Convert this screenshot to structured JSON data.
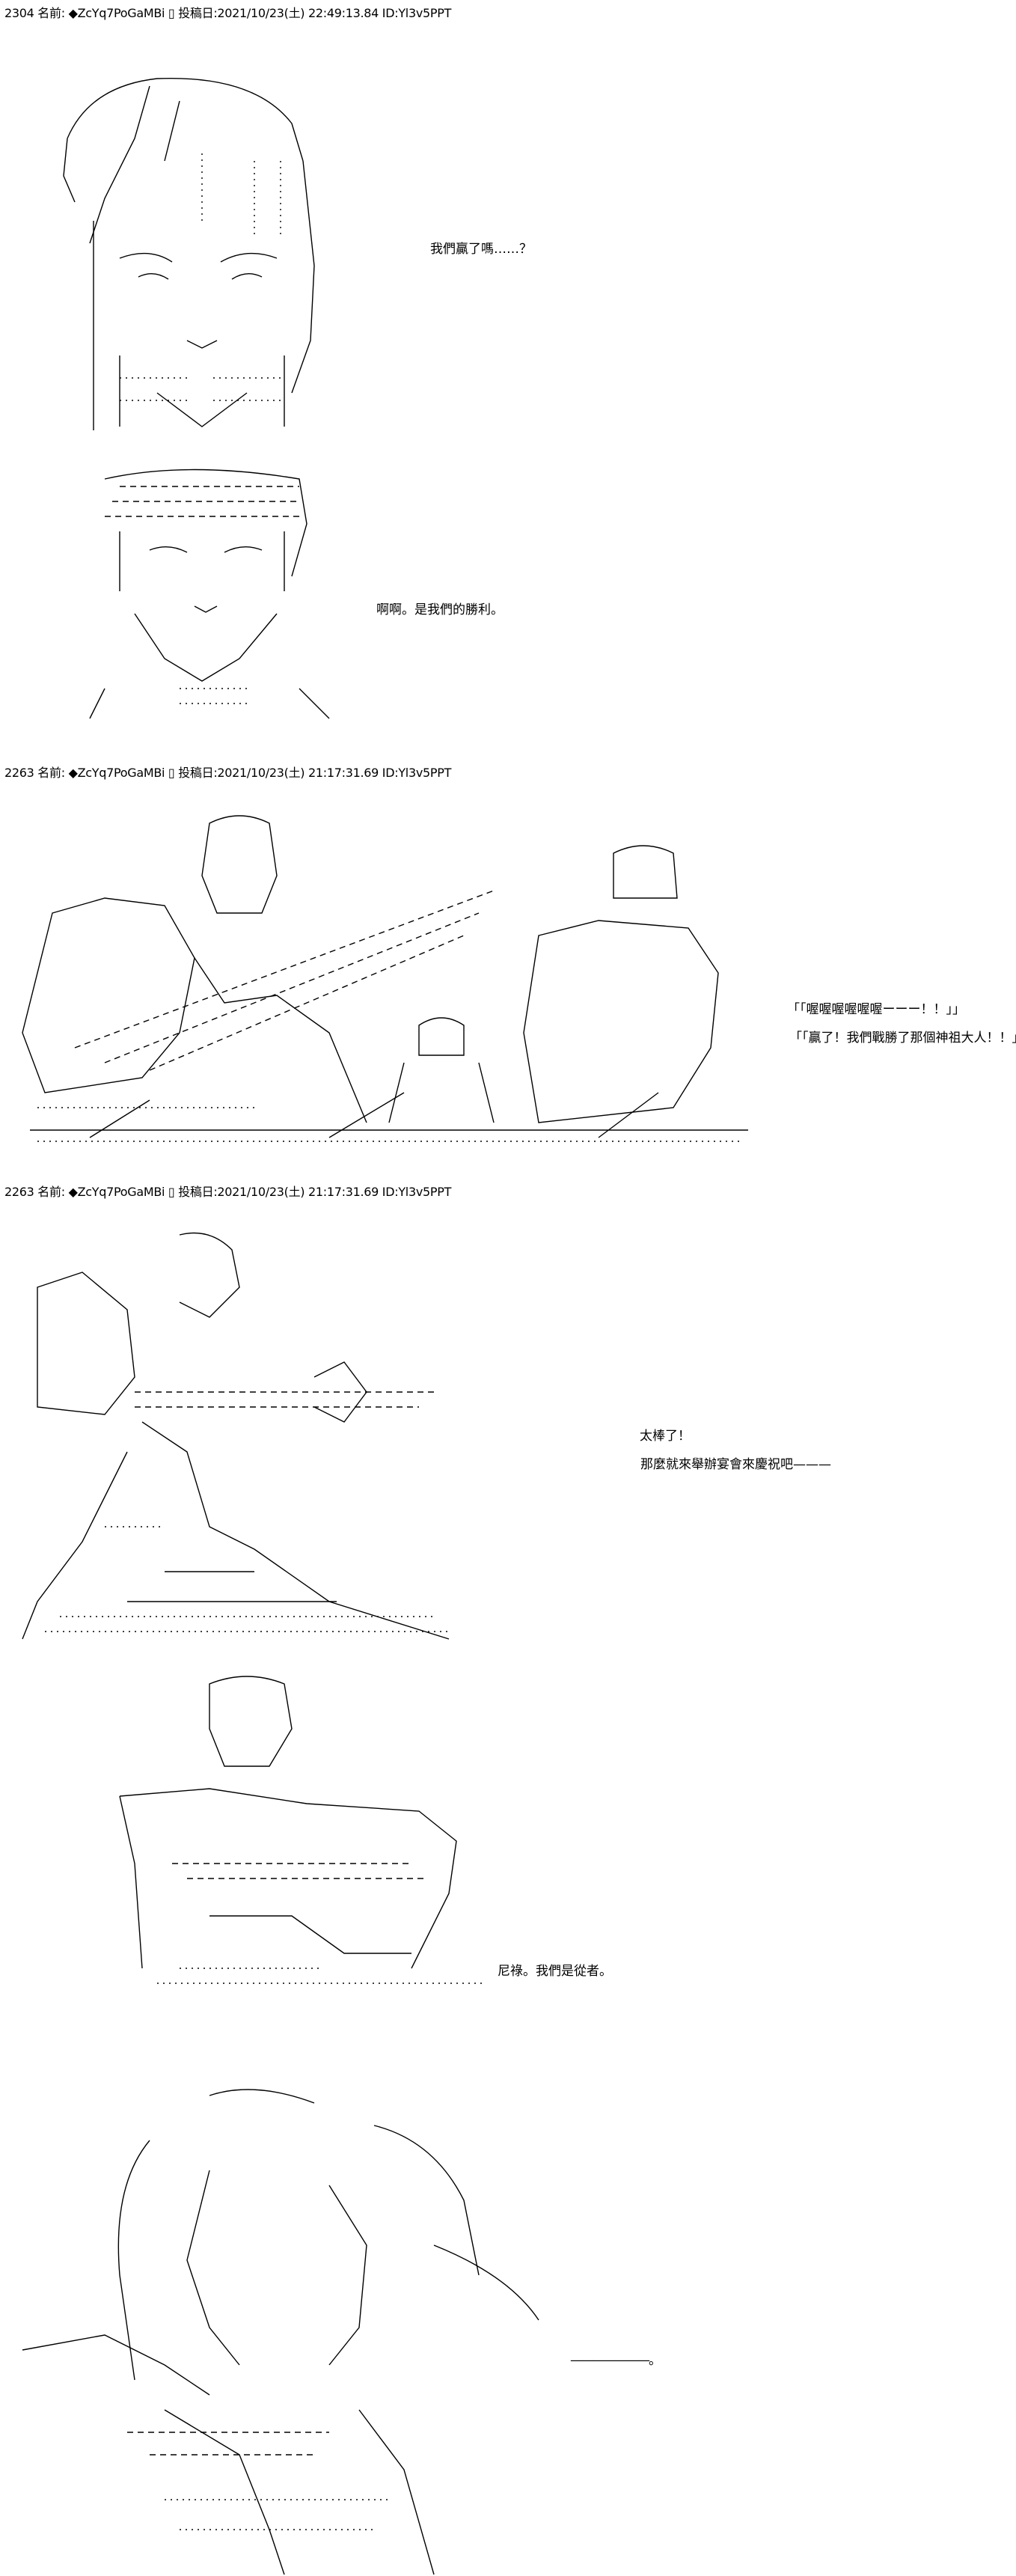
{
  "posts": [
    {
      "header": "2304 名前: ◆ZcYq7PoGaMBi ▯ 投稿日:2021/10/23(土) 22:49:13.84 ID:Yl3v5PPT",
      "lines": [
        "我們贏了嗎……？",
        "啊啊。是我們的勝利。"
      ]
    },
    {
      "header": "2263 名前: ◆ZcYq7PoGaMBi ▯ 投稿日:2021/10/23(土) 21:17:31.69 ID:Yl3v5PPT",
      "lines": [
        "「「喔喔喔喔喔喔ーーー！！」」",
        "「「贏了！我們戰勝了那個神祖大人！！」」"
      ]
    },
    {
      "header": "2263 名前: ◆ZcYq7PoGaMBi ▯ 投稿日:2021/10/23(土) 21:17:31.69 ID:Yl3v5PPT",
      "lines": [
        "太棒了！",
        "那麼就來舉辦宴會來慶祝吧———",
        "尼祿。我們是從者。",
        "———————。"
      ]
    }
  ]
}
